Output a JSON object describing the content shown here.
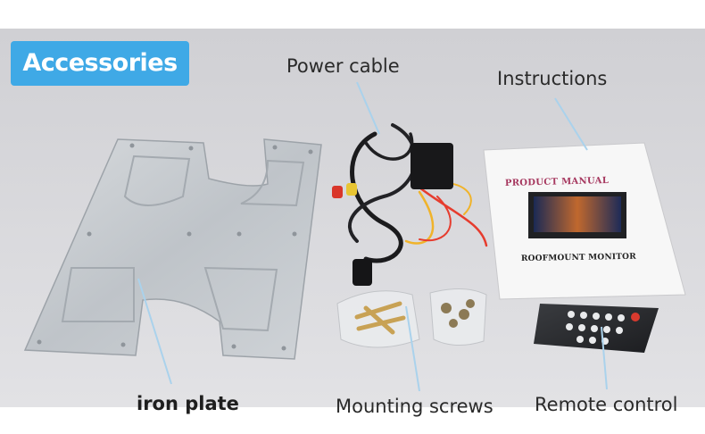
{
  "badge": {
    "text": "Accessories"
  },
  "labels": {
    "power_cable": "Power cable",
    "instructions": "Instructions",
    "iron_plate": "iron plate",
    "mounting_screws": "Mounting screws",
    "remote_control": "Remote control"
  },
  "manual": {
    "title": "PRODUCT MANUAL",
    "subtitle": "ROOFMOUNT MONITOR"
  },
  "colors": {
    "badge": "#3fa9e6",
    "background": "#d4d4d8",
    "plate": "#c7cbd0",
    "manual_title": "#a6385f"
  }
}
